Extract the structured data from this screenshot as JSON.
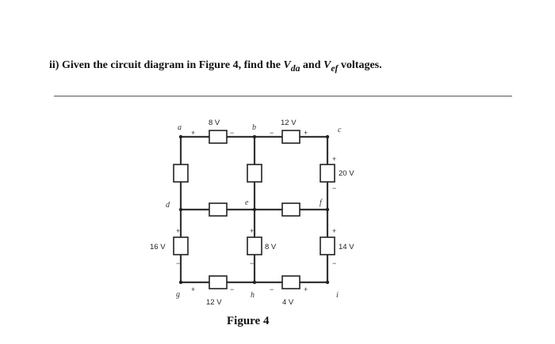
{
  "question": {
    "prefix": "ii) Given the circuit diagram in Figure 4, find the ",
    "v1_main": "V",
    "v1_sub": "da",
    "mid": " and ",
    "v2_main": "V",
    "v2_sub": "ef",
    "suffix": " voltages."
  },
  "caption": "Figure 4",
  "circuit": {
    "nodes": {
      "a": "a",
      "b": "b",
      "c": "c",
      "d": "d",
      "e": "e",
      "f": "f",
      "g": "g",
      "h": "h",
      "i": "i"
    },
    "sources": {
      "top_ab": "8 V",
      "top_bc": "12 V",
      "right_upper": "20 V",
      "left_lower": "16 V",
      "middle_lower": "8 V",
      "right_lower": "14 V",
      "bottom_gh": "12 V",
      "bottom_hi": "4 V"
    },
    "plus": "+",
    "minus": "−"
  }
}
